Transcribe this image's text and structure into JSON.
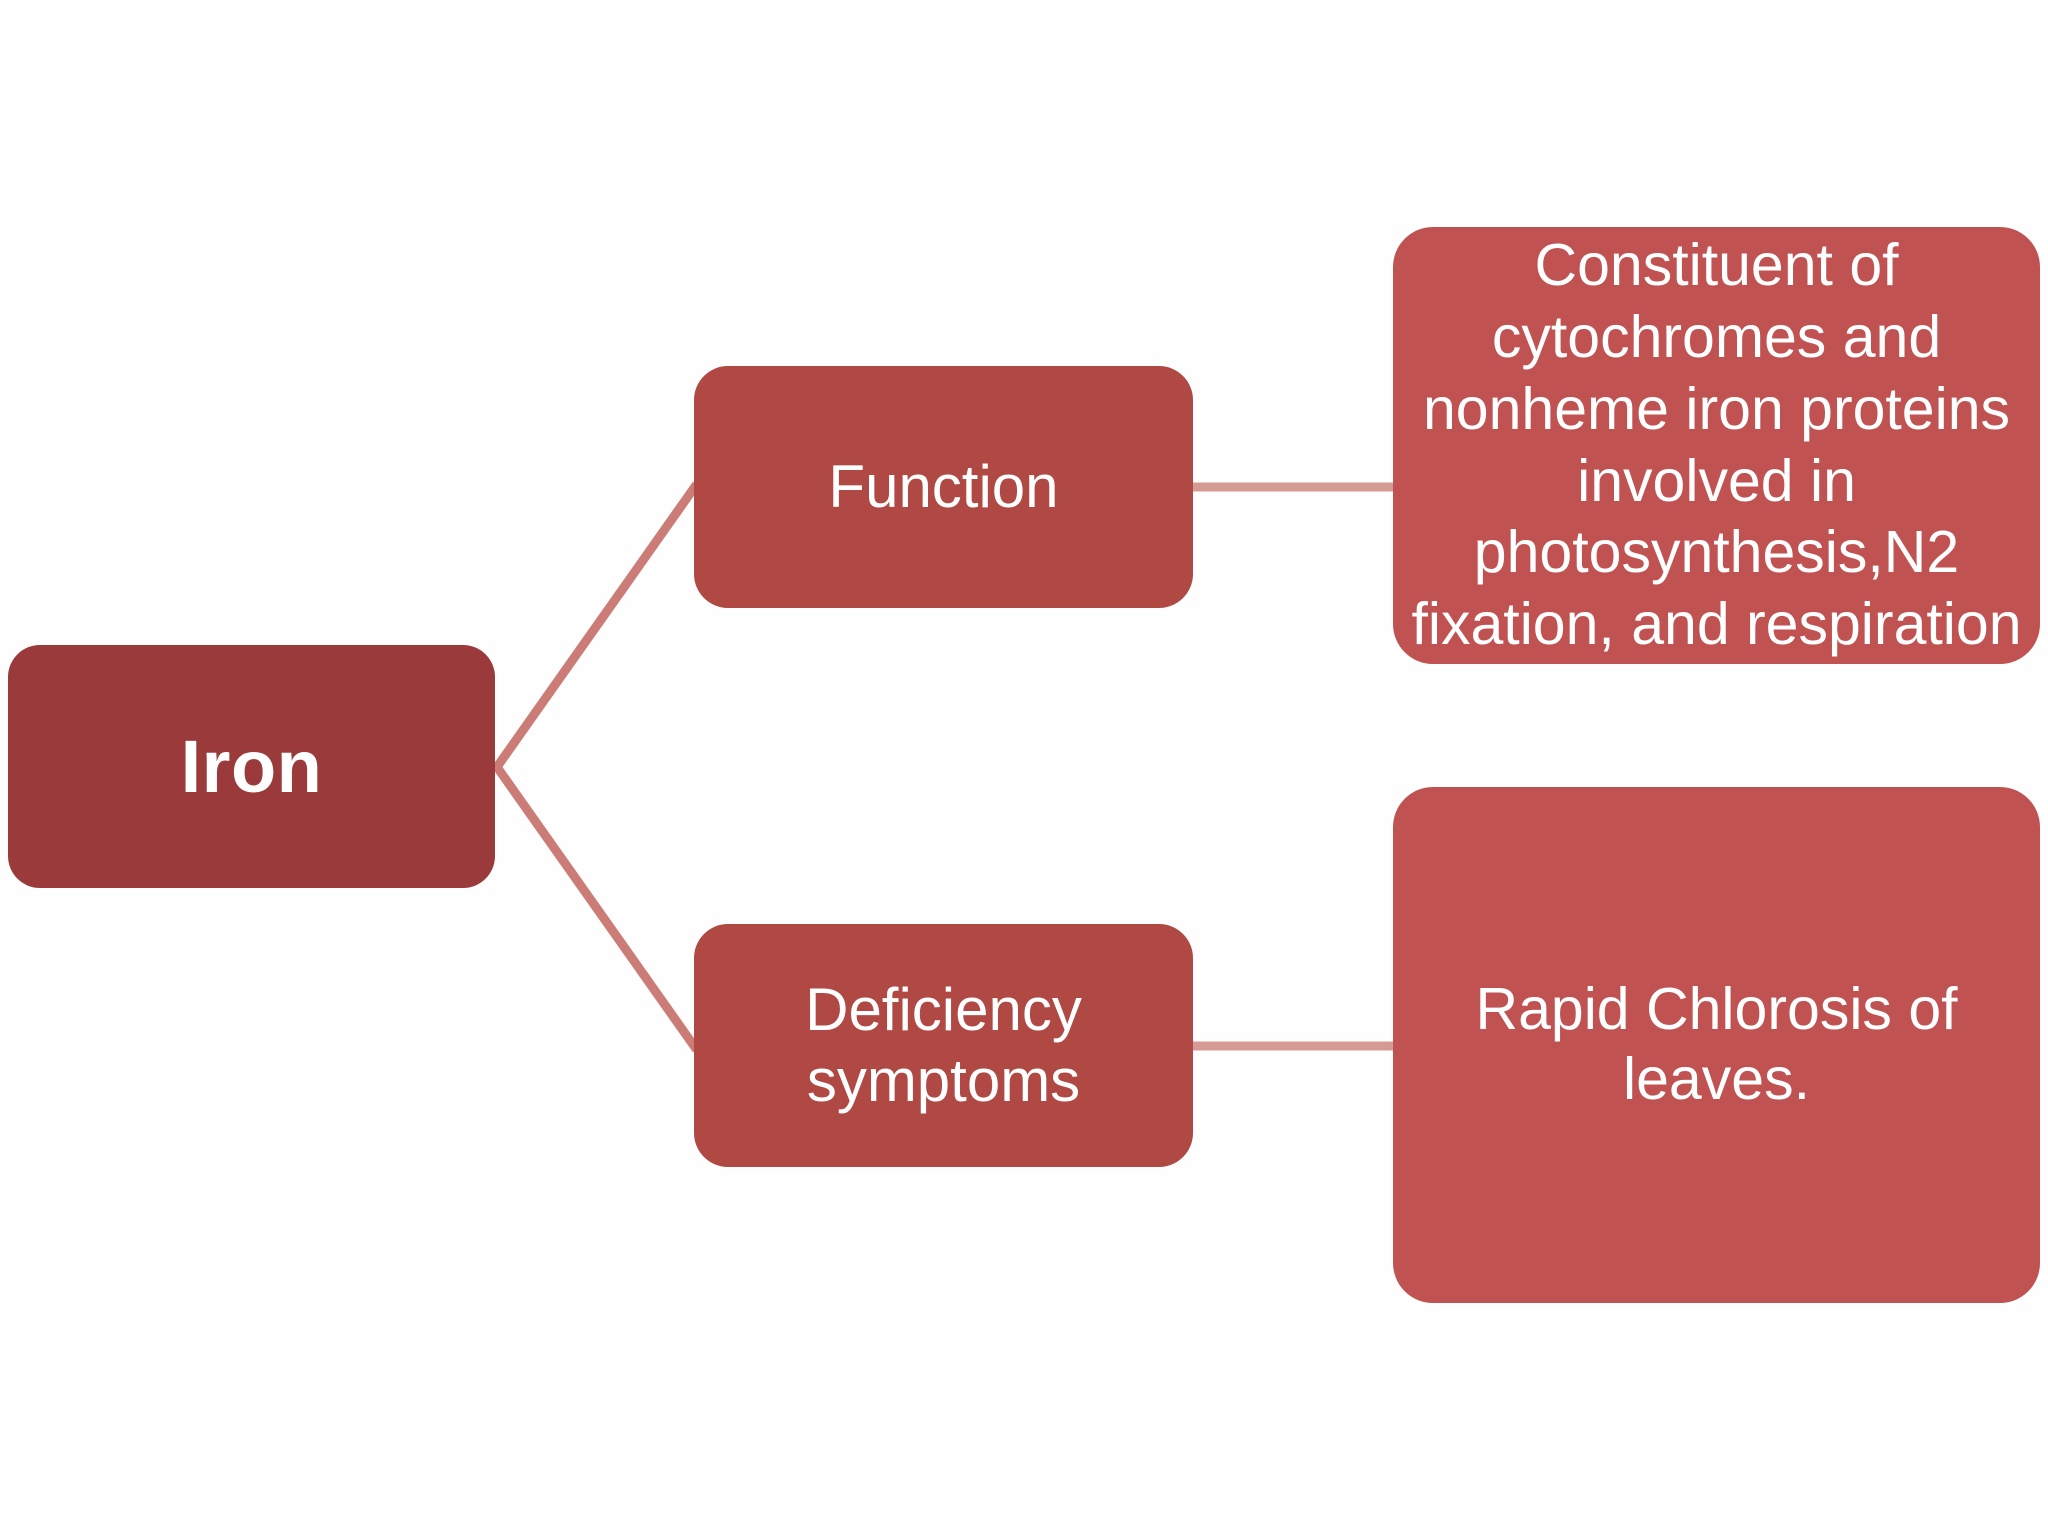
{
  "diagram": {
    "type": "horizontal-hierarchy",
    "title": "Iron",
    "background_color": "#fefefe",
    "colors": {
      "root_fill": "#9b3a3a",
      "branch_fill": "#b04843",
      "leaf_fill": "#c05252",
      "connector": "#cb7c76",
      "text": "#ffffff"
    },
    "root": {
      "label": "Iron"
    },
    "branches": [
      {
        "id": "function",
        "label": "Function",
        "detail": {
          "id": "function-detail",
          "label": "Constituent of cytochromes and nonheme iron proteins involved in photosynthesis,N2 fixation, and respiration"
        }
      },
      {
        "id": "deficiency",
        "label": "Deficiency symptoms",
        "detail": {
          "id": "deficiency-detail",
          "label": "Rapid Chlorosis of leaves."
        }
      }
    ],
    "connectors": [
      {
        "name": "root-to-function",
        "kind": "diagonal"
      },
      {
        "name": "root-to-deficiency",
        "kind": "diagonal"
      },
      {
        "name": "function-to-detail",
        "kind": "horizontal"
      },
      {
        "name": "deficiency-to-detail",
        "kind": "horizontal"
      }
    ]
  }
}
